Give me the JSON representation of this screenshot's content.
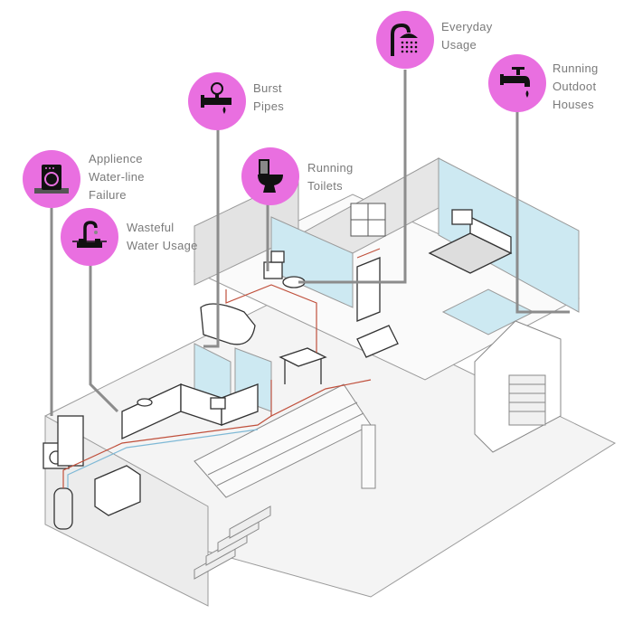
{
  "title": "Household water leak sources",
  "colors": {
    "badge": "#e96fe0",
    "icon": "#111111",
    "leader": "#8c8c8c",
    "label": "#7a7a7a",
    "wall_blue": "#cde9f2",
    "hot_pipe": "#c0503c",
    "cold_pipe": "#7fb9d6",
    "outline": "#333333"
  },
  "callouts": [
    {
      "id": "appliance",
      "icon": "washing-machine-icon",
      "lines": [
        "Applience",
        "Water-line",
        "Failure"
      ]
    },
    {
      "id": "wasteful",
      "icon": "faucet-icon",
      "lines": [
        "Wasteful",
        "Water Usage"
      ]
    },
    {
      "id": "burst",
      "icon": "burst-pipe-gauge-icon",
      "lines": [
        "Burst",
        "Pipes"
      ]
    },
    {
      "id": "toilets",
      "icon": "toilet-icon",
      "lines": [
        "Running",
        "Toilets"
      ]
    },
    {
      "id": "everyday",
      "icon": "shower-icon",
      "lines": [
        "Everyday",
        "Usage"
      ]
    },
    {
      "id": "outdoor",
      "icon": "outdoor-tap-icon",
      "lines": [
        "Running",
        "Outdoot",
        "Houses"
      ]
    }
  ]
}
